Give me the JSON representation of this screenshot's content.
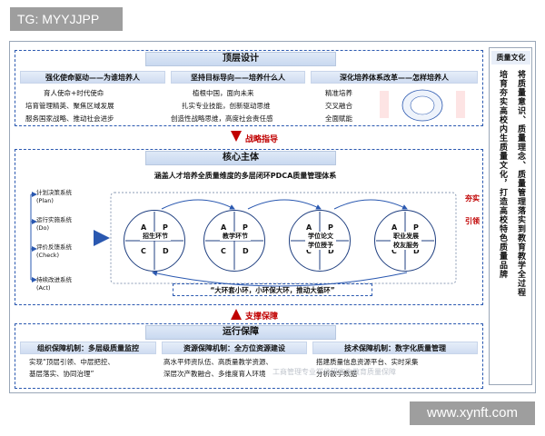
{
  "tags": {
    "top_left": "TG: MYYJJPP",
    "bottom_right": "www.xynft.com"
  },
  "sections": {
    "top": "顶层设计",
    "core": "核心主体",
    "ops": "运行保障"
  },
  "top_columns": [
    {
      "title": "强化使命驱动——为谁培养人",
      "lines": [
        "育人使命+时代使命",
        "培育管理精英、聚焦区域发展",
        "服务国家战略、推动社会进步"
      ]
    },
    {
      "title": "坚持目标导向——培养什么人",
      "lines": [
        "植根中国，面向未来",
        "扎实专业技能，创新驱动思维",
        "创造性战略思维，高度社会责任感"
      ]
    },
    {
      "title": "深化培养体系改革——怎样培养人",
      "lines": [
        "精准培养",
        "交叉融合",
        "全面赋能"
      ]
    }
  ],
  "arrows": {
    "strategy": "战略指导",
    "support": "支撑保障",
    "right_side_a": "夯实",
    "right_side_b": "引领"
  },
  "pdca": {
    "title": "涵盖人才培养全质量维度的多层闭环PDCA质量管理体系",
    "left_items": [
      "计划决策系统",
      "(Plan)",
      "运行实施系统",
      "(Do)",
      "评价反馈系统",
      "(Check)",
      "持续改进系统",
      "(Act)"
    ],
    "circles": [
      {
        "label": "招生环节",
        "letters": [
          "A",
          "P",
          "C",
          "D"
        ]
      },
      {
        "label": "教学环节",
        "letters": [
          "A",
          "P",
          "C",
          "D"
        ]
      },
      {
        "label": "学位论文学位授予",
        "letters": [
          "A",
          "P",
          "C",
          "D"
        ]
      },
      {
        "label": "职业发展校友服务",
        "letters": [
          "A",
          "P",
          "C",
          "D"
        ]
      }
    ],
    "slogan": "“大环套小环，小环保大环，推动大循环”"
  },
  "ops_columns": [
    {
      "title": "组织保障机制：多层级质量监控",
      "lines": [
        "实现“顶层引领、中层把控、",
        "基层落实、协同治理”"
      ]
    },
    {
      "title": "资源保障机制：全方位资源建设",
      "lines": [
        "高水平师资队伍、高质量教学资源、",
        "深层次产教融合、多维度育人环境"
      ]
    },
    {
      "title": "技术保障机制：数字化质量管理",
      "lines": [
        "搭建质量信息资源平台、实时采集",
        "分析教学数据"
      ]
    }
  ],
  "right_panel": {
    "title": "质量文化",
    "columns": [
      "将质量意识、质量理念、质量管理落实到教育教学全过程",
      "培育夯实高校内生质量文化，打造高校特色质量品牌"
    ]
  },
  "watermark": "工商管理专业学位研究生教育质量保障",
  "colors": {
    "arrow_red": "#c00000",
    "box_blue": "#2a58b0",
    "header_blue": "#c9d9f0"
  }
}
